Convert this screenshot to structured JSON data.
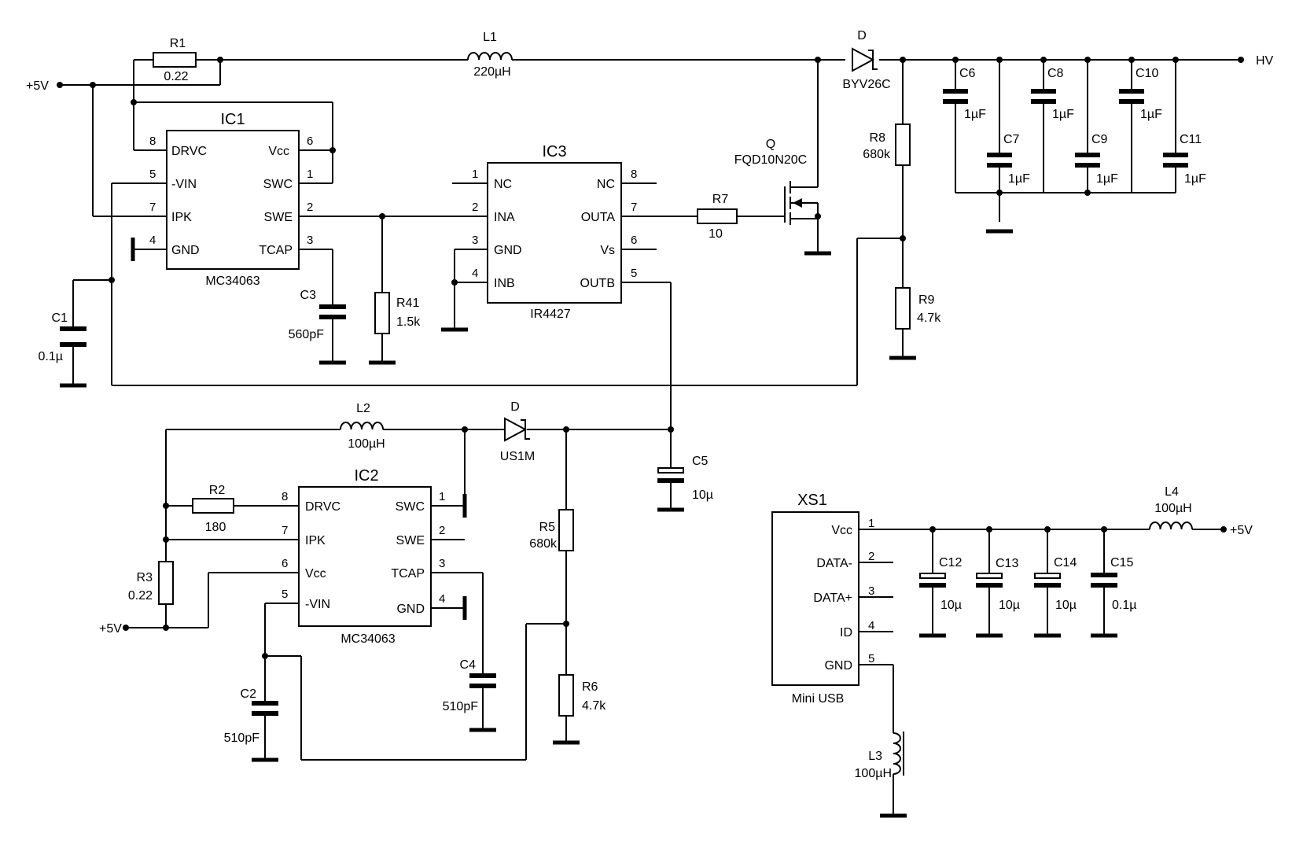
{
  "ic1": {
    "title": "IC1",
    "part": "MC34063",
    "pins": [
      "DRVC",
      "Vcc",
      "-VIN",
      "SWC",
      "IPK",
      "SWE",
      "GND",
      "TCAP"
    ],
    "pin_numbers": [
      "8",
      "6",
      "5",
      "1",
      "7",
      "2",
      "4",
      "3"
    ]
  },
  "ic2": {
    "title": "IC2",
    "part": "MC34063",
    "pins": [
      "DRVC",
      "SWC",
      "IPK",
      "SWE",
      "Vcc",
      "TCAP",
      "-VIN",
      "GND"
    ],
    "pin_numbers": [
      "8",
      "1",
      "7",
      "2",
      "6",
      "3",
      "5",
      "4"
    ]
  },
  "ic3": {
    "title": "IC3",
    "part": "IR4427",
    "pins": [
      "NC",
      "NC",
      "INA",
      "OUTA",
      "GND",
      "Vs",
      "INB",
      "OUTB"
    ],
    "pin_numbers": [
      "1",
      "8",
      "2",
      "7",
      "3",
      "6",
      "4",
      "5"
    ]
  },
  "xs1": {
    "title": "XS1",
    "part": "Mini USB",
    "pins": [
      "Vcc",
      "DATA-",
      "DATA+",
      "ID",
      "GND"
    ],
    "pin_numbers": [
      "1",
      "2",
      "3",
      "4",
      "5"
    ]
  },
  "components": {
    "R1": {
      "ref": "R1",
      "value": "0.22"
    },
    "L1": {
      "ref": "L1",
      "value": "220µH"
    },
    "D_top": {
      "ref": "D",
      "value": "BYV26C"
    },
    "Q": {
      "ref": "Q",
      "value": "FQD10N20C"
    },
    "R7": {
      "ref": "R7",
      "value": "10"
    },
    "R8": {
      "ref": "R8",
      "value": "680k"
    },
    "R9": {
      "ref": "R9",
      "value": "4.7k"
    },
    "R41": {
      "ref": "R41",
      "value": "1.5k"
    },
    "C1": {
      "ref": "C1",
      "value": "0.1µ"
    },
    "C3": {
      "ref": "C3",
      "value": "560pF"
    },
    "C6": {
      "ref": "C6",
      "value": "1µF"
    },
    "C7": {
      "ref": "C7",
      "value": "1µF"
    },
    "C8": {
      "ref": "C8",
      "value": "1µF"
    },
    "C9": {
      "ref": "C9",
      "value": "1µF"
    },
    "C10": {
      "ref": "C10",
      "value": "1µF"
    },
    "C11": {
      "ref": "C11",
      "value": "1µF"
    },
    "L2": {
      "ref": "L2",
      "value": "100µH"
    },
    "D_bottom": {
      "ref": "D",
      "value": "US1M"
    },
    "C5": {
      "ref": "C5",
      "value": "10µ"
    },
    "R2": {
      "ref": "R2",
      "value": "180"
    },
    "R3": {
      "ref": "R3",
      "value": "0.22"
    },
    "R5": {
      "ref": "R5",
      "value": "680k"
    },
    "R6": {
      "ref": "R6",
      "value": "4.7k"
    },
    "C2": {
      "ref": "C2",
      "value": "510pF"
    },
    "C4": {
      "ref": "C4",
      "value": "510pF"
    },
    "L3": {
      "ref": "L3",
      "value": "100µH"
    },
    "L4": {
      "ref": "L4",
      "value": "100µH"
    },
    "C12": {
      "ref": "C12",
      "value": "10µ"
    },
    "C13": {
      "ref": "C13",
      "value": "10µ"
    },
    "C14": {
      "ref": "C14",
      "value": "10µ"
    },
    "C15": {
      "ref": "C15",
      "value": "0.1µ"
    }
  },
  "nets": {
    "plus5v": "+5V",
    "hv": "HV"
  }
}
